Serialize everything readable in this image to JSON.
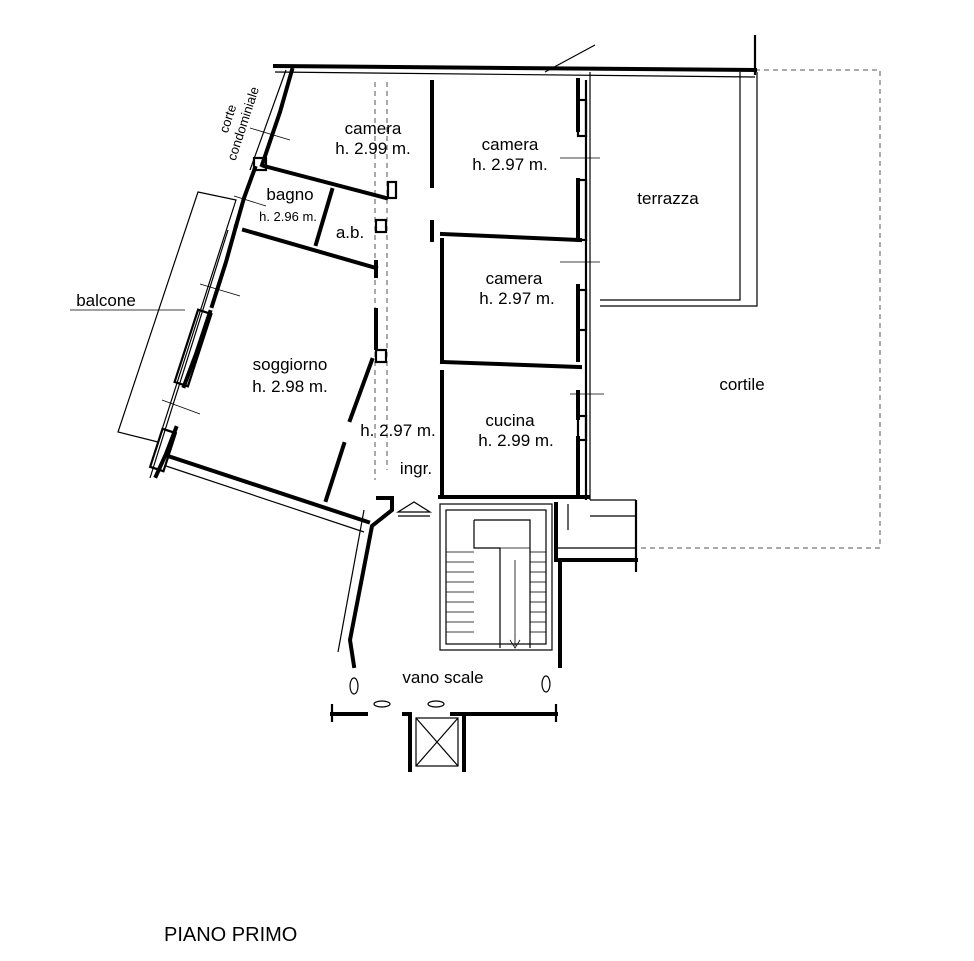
{
  "title": "PIANO PRIMO",
  "rooms": {
    "camera_a": {
      "name": "camera",
      "height": "h. 2.99 m."
    },
    "camera_b": {
      "name": "camera",
      "height": "h. 2.97 m."
    },
    "camera_c": {
      "name": "camera",
      "height": "h. 2.97 m."
    },
    "bagno": {
      "name": "bagno",
      "height": "h. 2.96 m."
    },
    "ab": {
      "name": "a.b."
    },
    "soggiorno": {
      "name": "soggiorno",
      "height": "h. 2.98 m."
    },
    "cucina": {
      "name": "cucina",
      "height": "h. 2.99 m."
    },
    "corridoio": {
      "height": "h. 2.97 m."
    },
    "ingresso": {
      "name": "ingr."
    },
    "terrazza": {
      "name": "terrazza"
    },
    "cortile": {
      "name": "cortile"
    },
    "balcone": {
      "name": "balcone"
    },
    "vano_scale": {
      "name": "vano scale"
    },
    "corte": {
      "line1": "corte",
      "line2": "condominiale"
    }
  }
}
